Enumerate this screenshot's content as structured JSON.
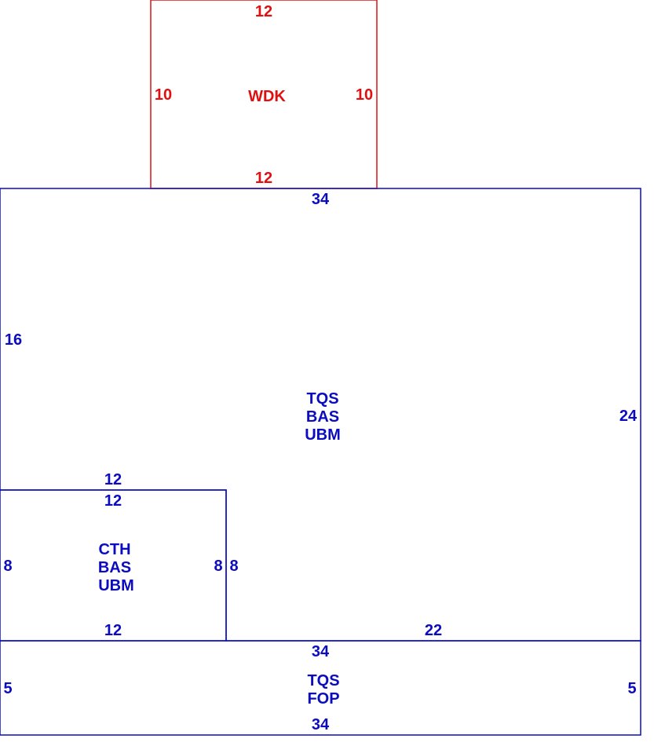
{
  "colors": {
    "primary": "#0b0bbf",
    "addition": "#e01010"
  },
  "areas": {
    "wdk": {
      "codes": [
        "WDK"
      ],
      "dims": {
        "top": "12",
        "bottom": "12",
        "left": "10",
        "right": "10"
      },
      "color": "#e01010"
    },
    "main": {
      "codes": [
        "TQS",
        "BAS",
        "UBM"
      ],
      "dims": {
        "top": "34",
        "left": "16",
        "right": "24",
        "step": "12",
        "inner": "8",
        "bottom": "22"
      },
      "color": "#0b0bbf"
    },
    "cth": {
      "codes": [
        "CTH",
        "BAS",
        "UBM"
      ],
      "dims": {
        "top": "12",
        "bottom": "12",
        "left": "8",
        "right": "8"
      },
      "color": "#0b0bbf"
    },
    "fop": {
      "codes": [
        "TQS",
        "FOP"
      ],
      "dims": {
        "top": "34",
        "bottom": "34",
        "left": "5",
        "right": "5"
      },
      "color": "#0b0bbf"
    }
  }
}
